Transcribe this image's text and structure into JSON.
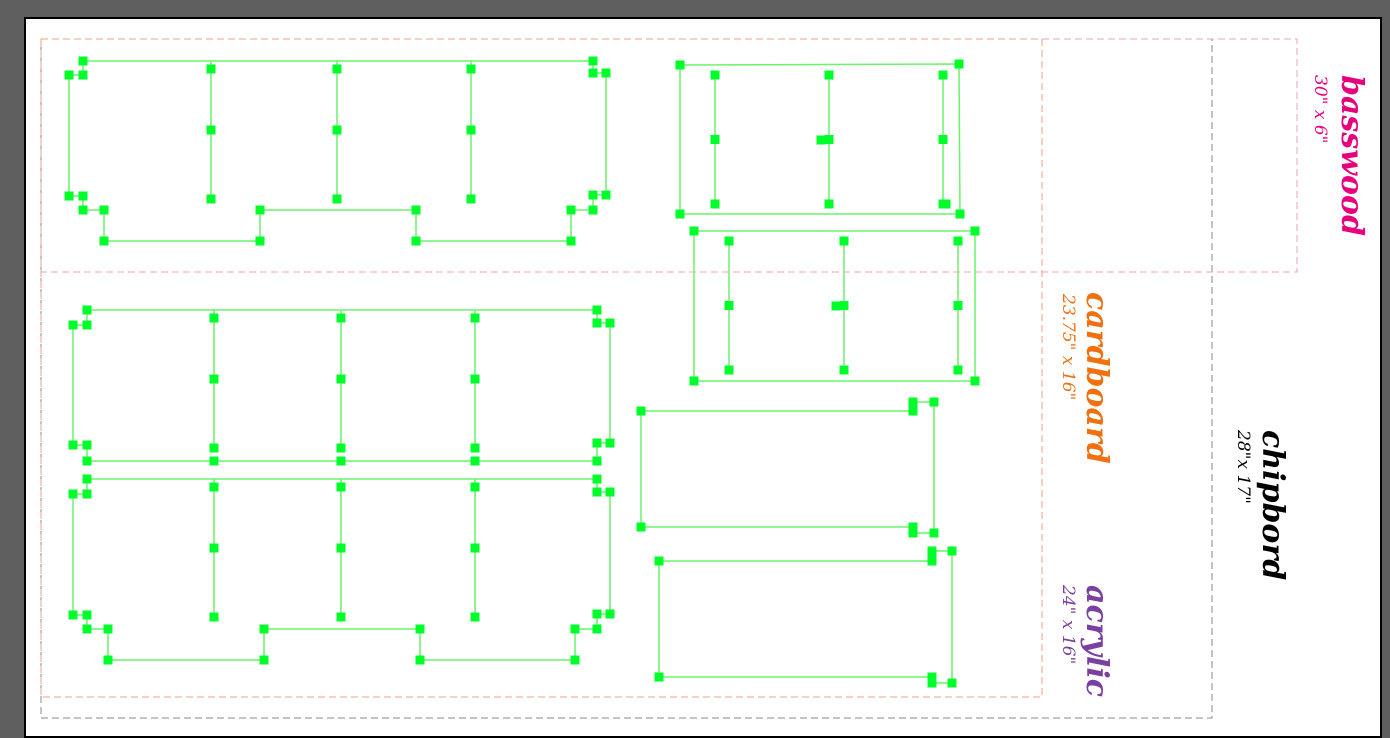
{
  "colors": {
    "background": "#5f5f5f",
    "artboard": "#ffffff",
    "part_stroke": "#6af46a",
    "node": "#00ff2a",
    "basswood": "#e6007e",
    "cardboard": "#f07010",
    "acrylic": "#7a3fa0",
    "chipbord": "#000000"
  },
  "materials": {
    "basswood": {
      "name": "basswood",
      "size": "30\" x 6\""
    },
    "cardboard": {
      "name": "cardboard",
      "size": "23.75\" x 16\""
    },
    "acrylic": {
      "name": "acrylic",
      "size": "24\" x 16\""
    },
    "chipbord": {
      "name": "chipbord",
      "size": "28\"x 17\""
    }
  }
}
